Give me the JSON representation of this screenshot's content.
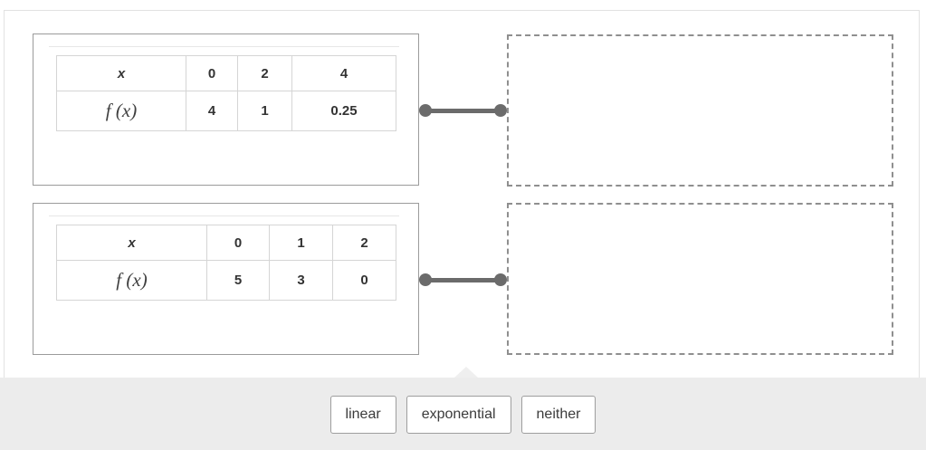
{
  "items": [
    {
      "table": {
        "header_label": "x",
        "row_label": "f (x)",
        "x_values": [
          "0",
          "2",
          "4"
        ],
        "fx_values": [
          "4",
          "1",
          "0.25"
        ]
      }
    },
    {
      "table": {
        "header_label": "x",
        "row_label": "f (x)",
        "x_values": [
          "0",
          "1",
          "2"
        ],
        "fx_values": [
          "5",
          "3",
          "0"
        ]
      }
    }
  ],
  "choices": [
    {
      "label": "linear"
    },
    {
      "label": "exponential"
    },
    {
      "label": "neither"
    }
  ],
  "colors": {
    "tray_background": "#ececec",
    "connector": "#6b6b6b",
    "card_border": "#9b9b9b",
    "dropzone_border": "#8f8f8f",
    "table_border": "#d5d5d5",
    "text": "#333333"
  }
}
